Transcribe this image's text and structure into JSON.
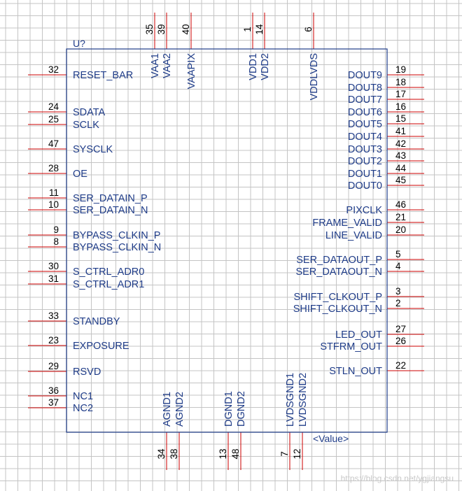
{
  "component": {
    "refdes": "U?",
    "value": "<Value>",
    "colors": {
      "body": "#1f3c88",
      "label": "#1f3c88",
      "pin": "#cc0000",
      "number": "#000000",
      "grid": "#c4c4c4",
      "background": "#ffffff"
    },
    "pins": {
      "left": [
        {
          "num": "32",
          "name": "RESET_BAR"
        },
        {
          "num": "24",
          "name": "SDATA"
        },
        {
          "num": "25",
          "name": "SCLK"
        },
        {
          "num": "47",
          "name": "SYSCLK"
        },
        {
          "num": "28",
          "name": "OE"
        },
        {
          "num": "11",
          "name": "SER_DATAIN_P"
        },
        {
          "num": "10",
          "name": "SER_DATAIN_N"
        },
        {
          "num": "9",
          "name": "BYPASS_CLKIN_P"
        },
        {
          "num": "8",
          "name": "BYPASS_CLKIN_N"
        },
        {
          "num": "30",
          "name": "S_CTRL_ADR0"
        },
        {
          "num": "31",
          "name": "S_CTRL_ADR1"
        },
        {
          "num": "33",
          "name": "STANDBY"
        },
        {
          "num": "23",
          "name": "EXPOSURE"
        },
        {
          "num": "29",
          "name": "RSVD"
        },
        {
          "num": "36",
          "name": "NC1"
        },
        {
          "num": "37",
          "name": "NC2"
        }
      ],
      "right": [
        {
          "num": "19",
          "name": "DOUT9"
        },
        {
          "num": "18",
          "name": "DOUT8"
        },
        {
          "num": "17",
          "name": "DOUT7"
        },
        {
          "num": "16",
          "name": "DOUT6"
        },
        {
          "num": "15",
          "name": "DOUT5"
        },
        {
          "num": "41",
          "name": "DOUT4"
        },
        {
          "num": "42",
          "name": "DOUT3"
        },
        {
          "num": "43",
          "name": "DOUT2"
        },
        {
          "num": "44",
          "name": "DOUT1"
        },
        {
          "num": "45",
          "name": "DOUT0"
        },
        {
          "num": "46",
          "name": "PIXCLK"
        },
        {
          "num": "21",
          "name": "FRAME_VALID"
        },
        {
          "num": "20",
          "name": "LINE_VALID"
        },
        {
          "num": "5",
          "name": "SER_DATAOUT_P"
        },
        {
          "num": "4",
          "name": "SER_DATAOUT_N"
        },
        {
          "num": "3",
          "name": "SHIFT_CLKOUT_P"
        },
        {
          "num": "2",
          "name": "SHIFT_CLKOUT_N"
        },
        {
          "num": "27",
          "name": "LED_OUT"
        },
        {
          "num": "26",
          "name": "STFRM_OUT"
        },
        {
          "num": "22",
          "name": "STLN_OUT"
        }
      ],
      "top": [
        {
          "num": "35",
          "name": "VAA1"
        },
        {
          "num": "39",
          "name": "VAA2"
        },
        {
          "num": "40",
          "name": "VAAPIX"
        },
        {
          "num": "1",
          "name": "VDD1"
        },
        {
          "num": "14",
          "name": "VDD2"
        },
        {
          "num": "6",
          "name": "VDDLVDS"
        }
      ],
      "bottom": [
        {
          "num": "34",
          "name": "AGND1"
        },
        {
          "num": "38",
          "name": "AGND2"
        },
        {
          "num": "13",
          "name": "DGND1"
        },
        {
          "num": "48",
          "name": "DGND2"
        },
        {
          "num": "7",
          "name": "LVDSGND1"
        },
        {
          "num": "12",
          "name": "LVDSGND2"
        }
      ]
    }
  },
  "watermark": "https://blog.csdn.net/ygjiangsu"
}
